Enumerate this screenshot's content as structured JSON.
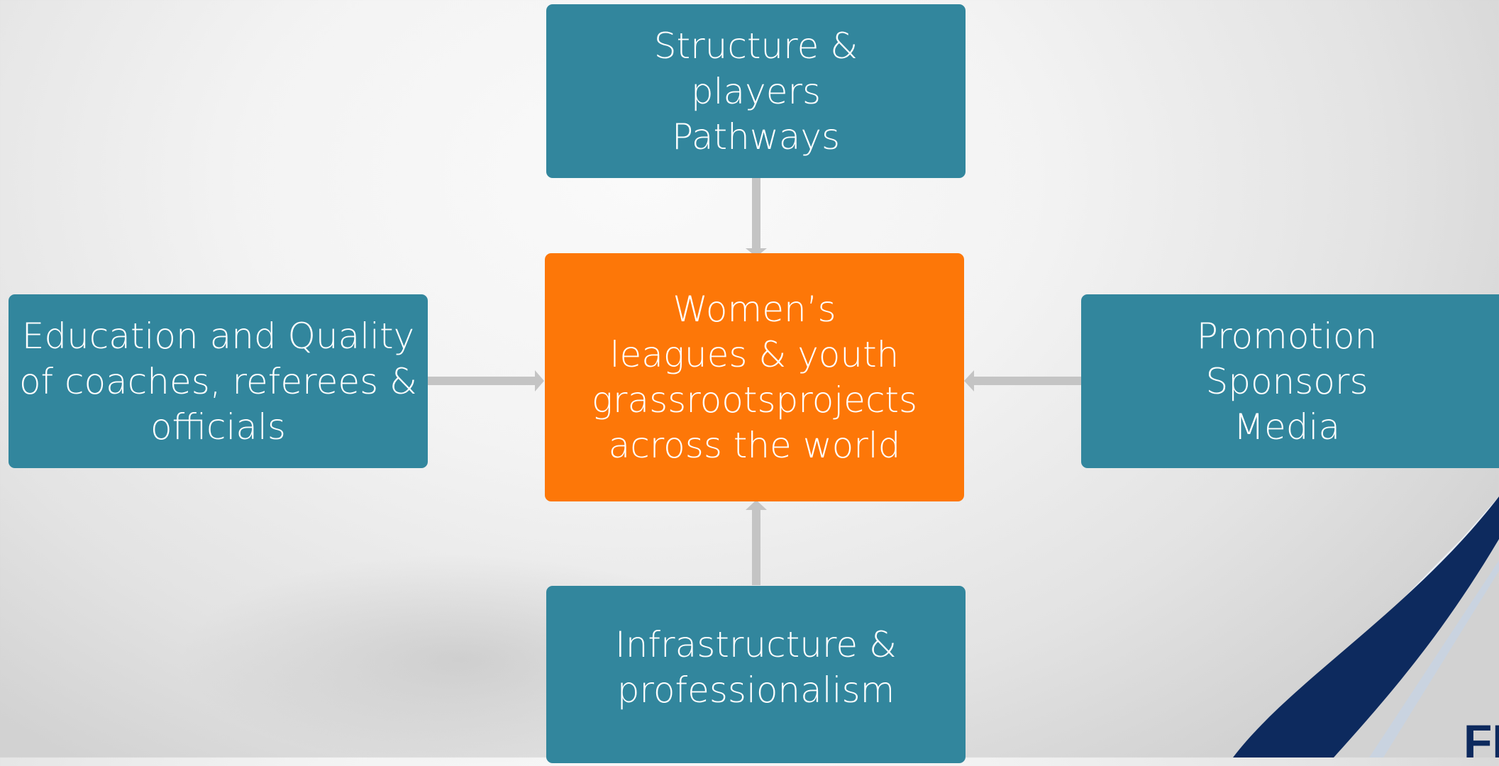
{
  "diagram": {
    "center": {
      "lines": [
        "Women’s",
        "leagues & youth",
        "grassrootsprojects",
        "across the world"
      ]
    },
    "top": {
      "lines": [
        "Structure &",
        "players",
        "Pathways"
      ]
    },
    "left": {
      "lines": [
        "Education and Quality",
        "of coaches, referees &",
        "officials"
      ]
    },
    "right": {
      "lines": [
        "Promotion",
        "Sponsors",
        "Media"
      ]
    },
    "bottom": {
      "lines": [
        "Infrastructure &",
        "professionalism"
      ]
    }
  },
  "logo": {
    "text": "FI"
  },
  "colors": {
    "teal": "#32869d",
    "orange": "#fd7708",
    "arrow": "#c4c4c4",
    "logo_navy": "#0d2a5e"
  }
}
